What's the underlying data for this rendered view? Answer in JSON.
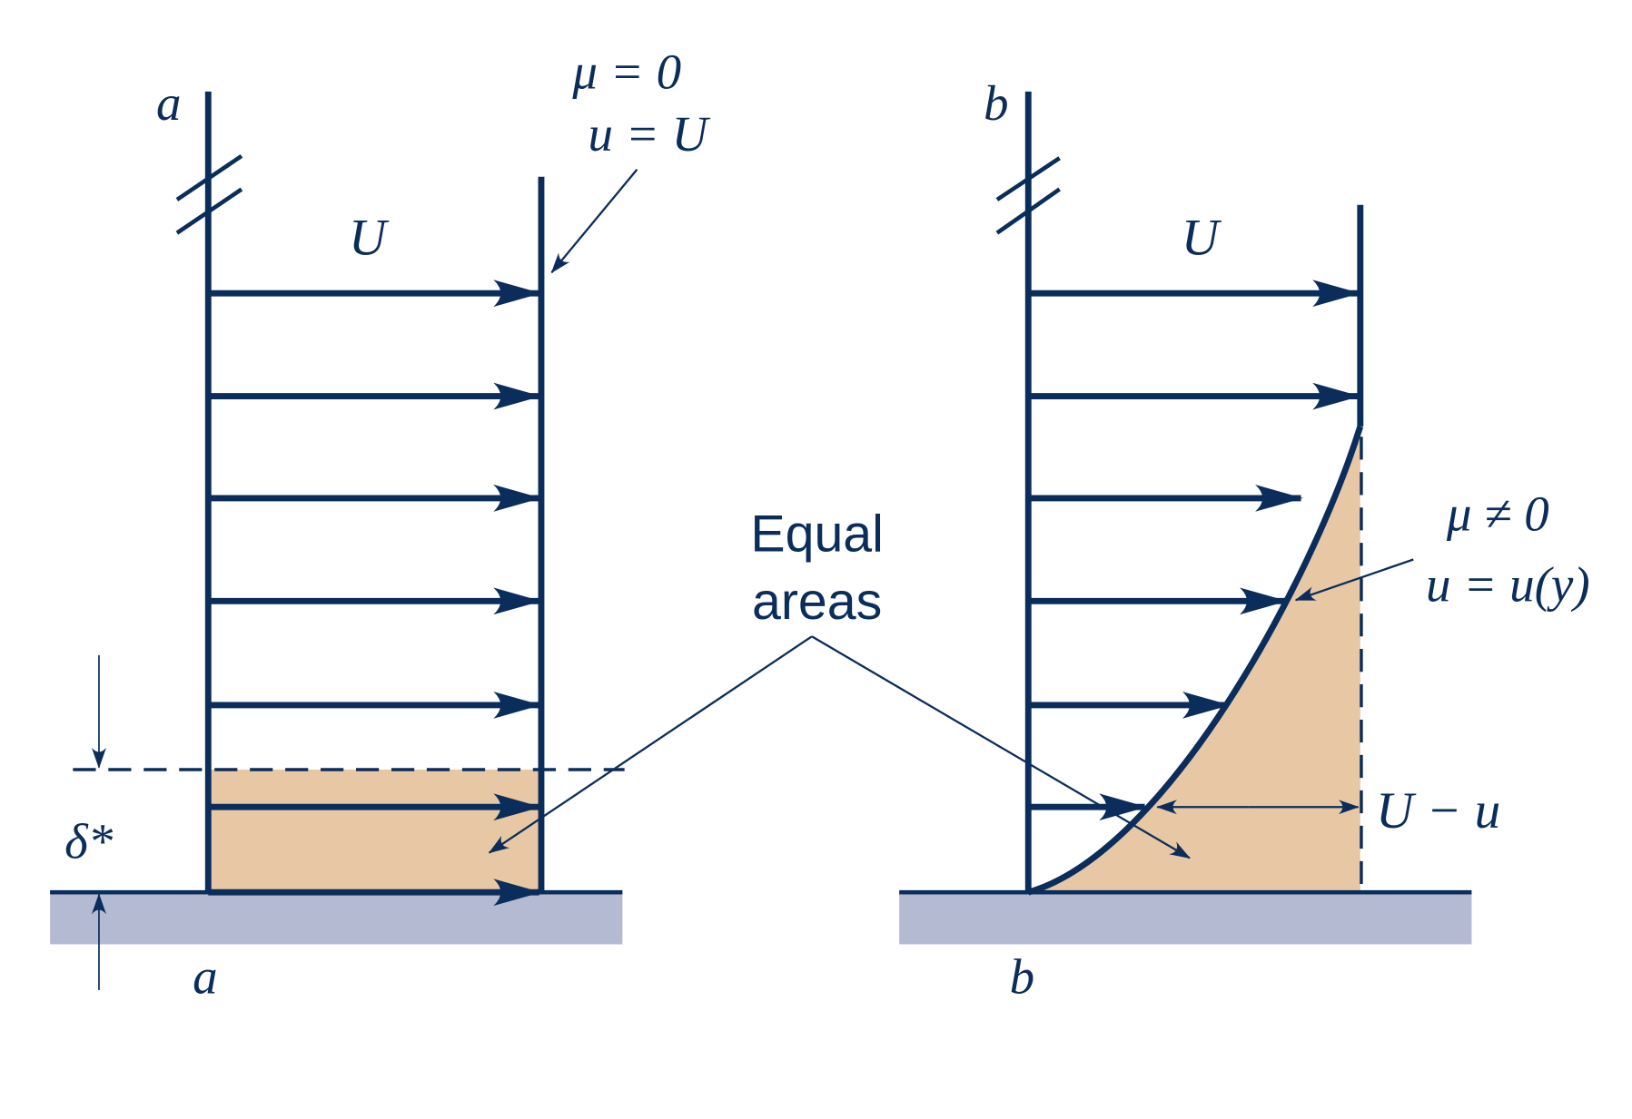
{
  "colors": {
    "ink": "#0b2d5b",
    "fill": "#e8c8a4",
    "ground": "#b3bad2"
  },
  "left": {
    "section_top": "a",
    "section_bottom": "a",
    "velocity_label": "U",
    "viscosity_label": "μ = 0",
    "velocity_eq": "u = U",
    "displacement_label": "δ*"
  },
  "right": {
    "section_top": "b",
    "section_bottom": "b",
    "velocity_label": "U",
    "viscosity_label": "μ ≠ 0",
    "velocity_eq": "u = u(y)",
    "deficit_label": "U − u"
  },
  "annotation": {
    "line1": "Equal",
    "line2": "areas"
  }
}
